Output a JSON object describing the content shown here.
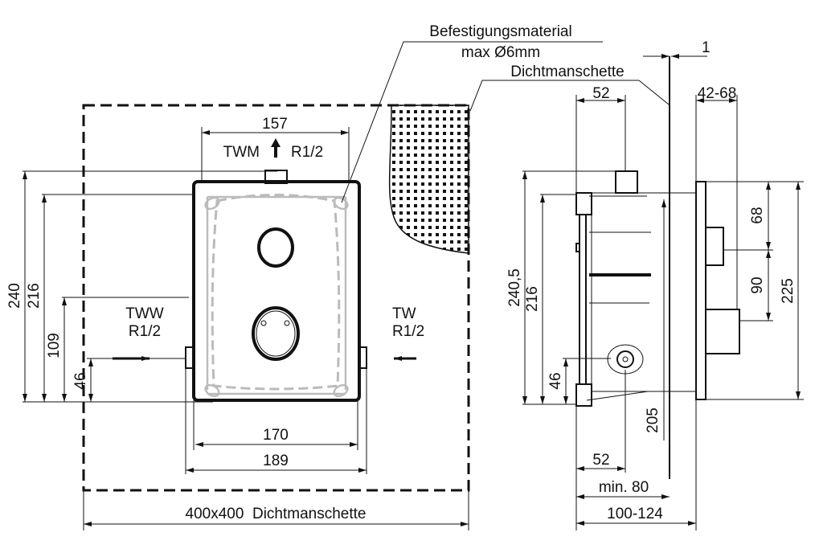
{
  "front_view": {
    "dim_width_top": "157",
    "twm_label": "TWM",
    "twm_thread": "R1/2",
    "dim_240": "240",
    "dim_216": "216",
    "dim_109": "109",
    "dim_46": "46",
    "tww_label": "TWW",
    "tww_thread": "R1/2",
    "tw_label": "TW",
    "tw_thread": "R1/2",
    "dim_170": "170",
    "dim_189": "189",
    "seal_label": "400x400  Dichtmanschette"
  },
  "callouts": {
    "fixing_material": "Befestigungsmaterial",
    "fixing_size": "max Ø6mm",
    "seal": "Dichtmanschette"
  },
  "side_view": {
    "dim_1": "1",
    "dim_52_top": "52",
    "dim_42_68": "42-68",
    "dim_240_5": "240,5",
    "dim_216": "216",
    "dim_46": "46",
    "dim_205": "205",
    "dim_68": "68",
    "dim_90": "90",
    "dim_225": "225",
    "dim_52_bottom": "52",
    "dim_min_80": "min. 80",
    "dim_100_124": "100-124"
  }
}
